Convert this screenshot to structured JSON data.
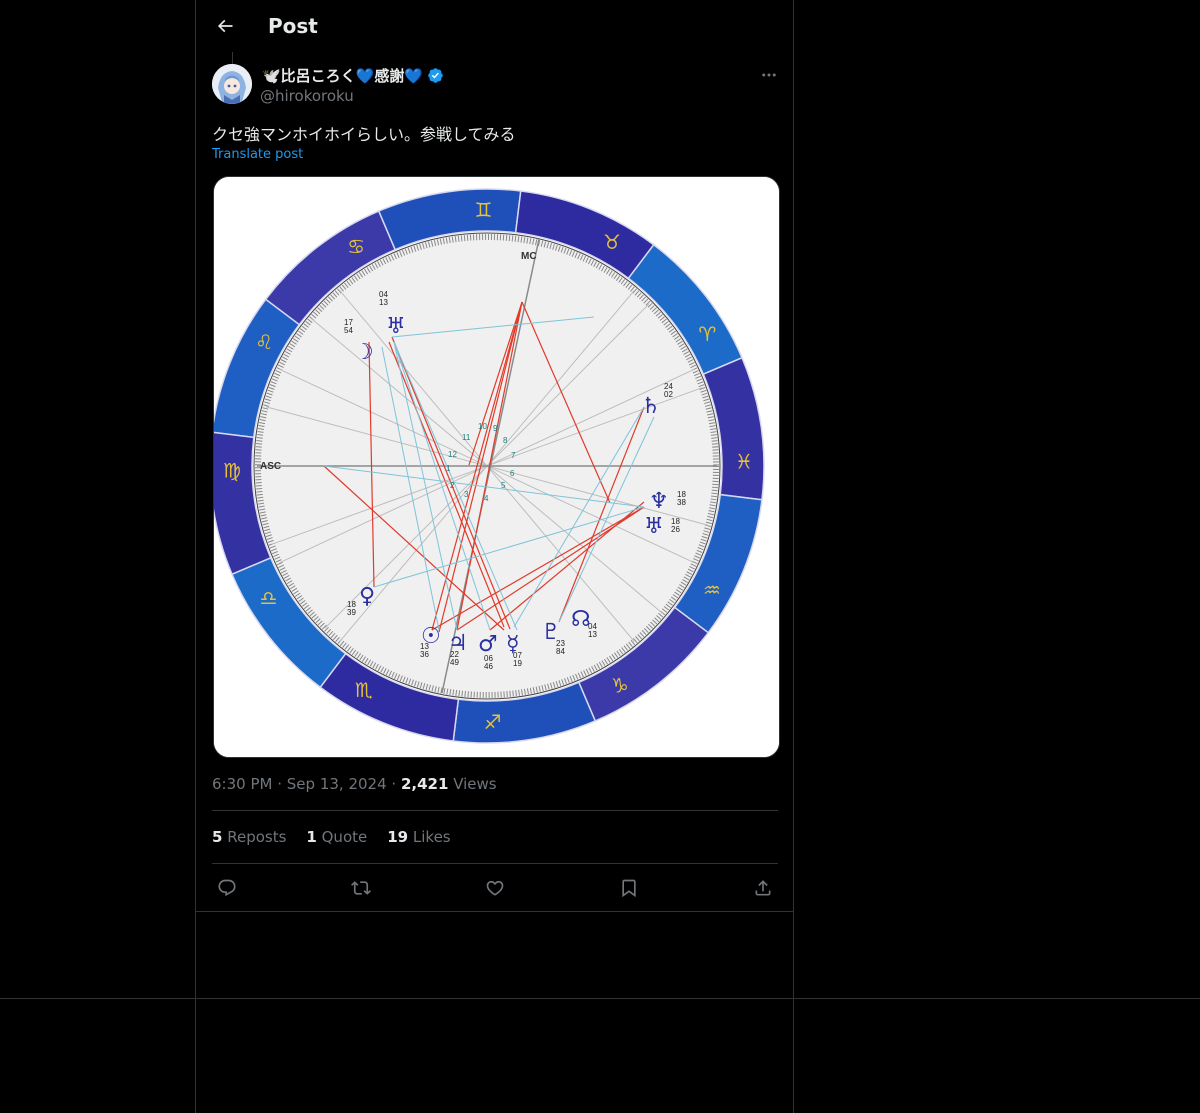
{
  "header": {
    "title": "Post"
  },
  "author": {
    "name": "🕊️比呂ころく💙感謝💙",
    "handle": "@hirokoroku"
  },
  "post": {
    "text": "クセ強マンホイホイらしい。参戦してみる",
    "translate_label": "Translate post"
  },
  "chart": {
    "asc_label": "ASC",
    "mc_label": "MC",
    "house_numbers": [
      "1",
      "2",
      "3",
      "4",
      "5",
      "6",
      "7",
      "8",
      "9",
      "10",
      "11",
      "12"
    ],
    "planet_degrees": [
      {
        "planet": "uranus",
        "deg": "04",
        "min": "13"
      },
      {
        "planet": "moon",
        "deg": "17",
        "min": "54"
      },
      {
        "planet": "saturn",
        "deg": "24",
        "min": "02"
      },
      {
        "planet": "neptune",
        "deg": "18",
        "min": "38"
      },
      {
        "planet": "uranus2",
        "deg": "18",
        "min": "26"
      },
      {
        "planet": "venus",
        "deg": "18",
        "min": "39"
      },
      {
        "planet": "sun",
        "deg": "13",
        "min": "36"
      },
      {
        "planet": "jupiter",
        "deg": "22",
        "min": "49"
      },
      {
        "planet": "mars",
        "deg": "06",
        "min": "46"
      },
      {
        "planet": "mercury",
        "deg": "07",
        "min": "19"
      },
      {
        "planet": "pluto",
        "deg": "23",
        "min": "84"
      },
      {
        "planet": "node",
        "deg": "04",
        "min": "13"
      }
    ]
  },
  "meta": {
    "time": "6:30 PM",
    "date": "Sep 13, 2024",
    "views_count": "2,421",
    "views_label": "Views"
  },
  "stats": {
    "reposts_count": "5",
    "reposts_label": "Reposts",
    "quotes_count": "1",
    "quotes_label": "Quote",
    "likes_count": "19",
    "likes_label": "Likes"
  },
  "colors": {
    "background": "#000000",
    "text": "#e7e9ea",
    "muted": "#71767b",
    "link": "#1d9bf0",
    "border": "#2f3336",
    "verified": "#1d9bf0"
  }
}
